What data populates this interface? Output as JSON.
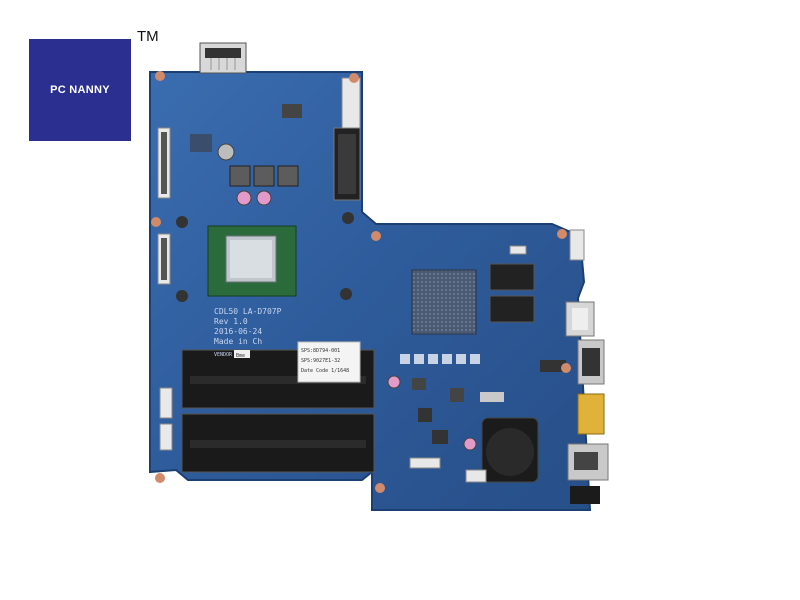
{
  "logo": {
    "text": "PC NANNY",
    "tm": "TM",
    "bg_color": "#2b2f8f"
  },
  "board": {
    "pcb_color": "#2f5d9c",
    "silkscreen": {
      "model": "CDL50 LA-D707P",
      "rev": "Rev 1.0",
      "date": "2016-06-24",
      "made_in": "Made in Ch",
      "vendor": "VENDOR",
      "vendor_code": "Bme",
      "sticker_l1": "SPS:8D794-001",
      "sticker_l2": "SPS:9027E1-32",
      "sticker_l3": "Date Code 1/1648"
    }
  }
}
